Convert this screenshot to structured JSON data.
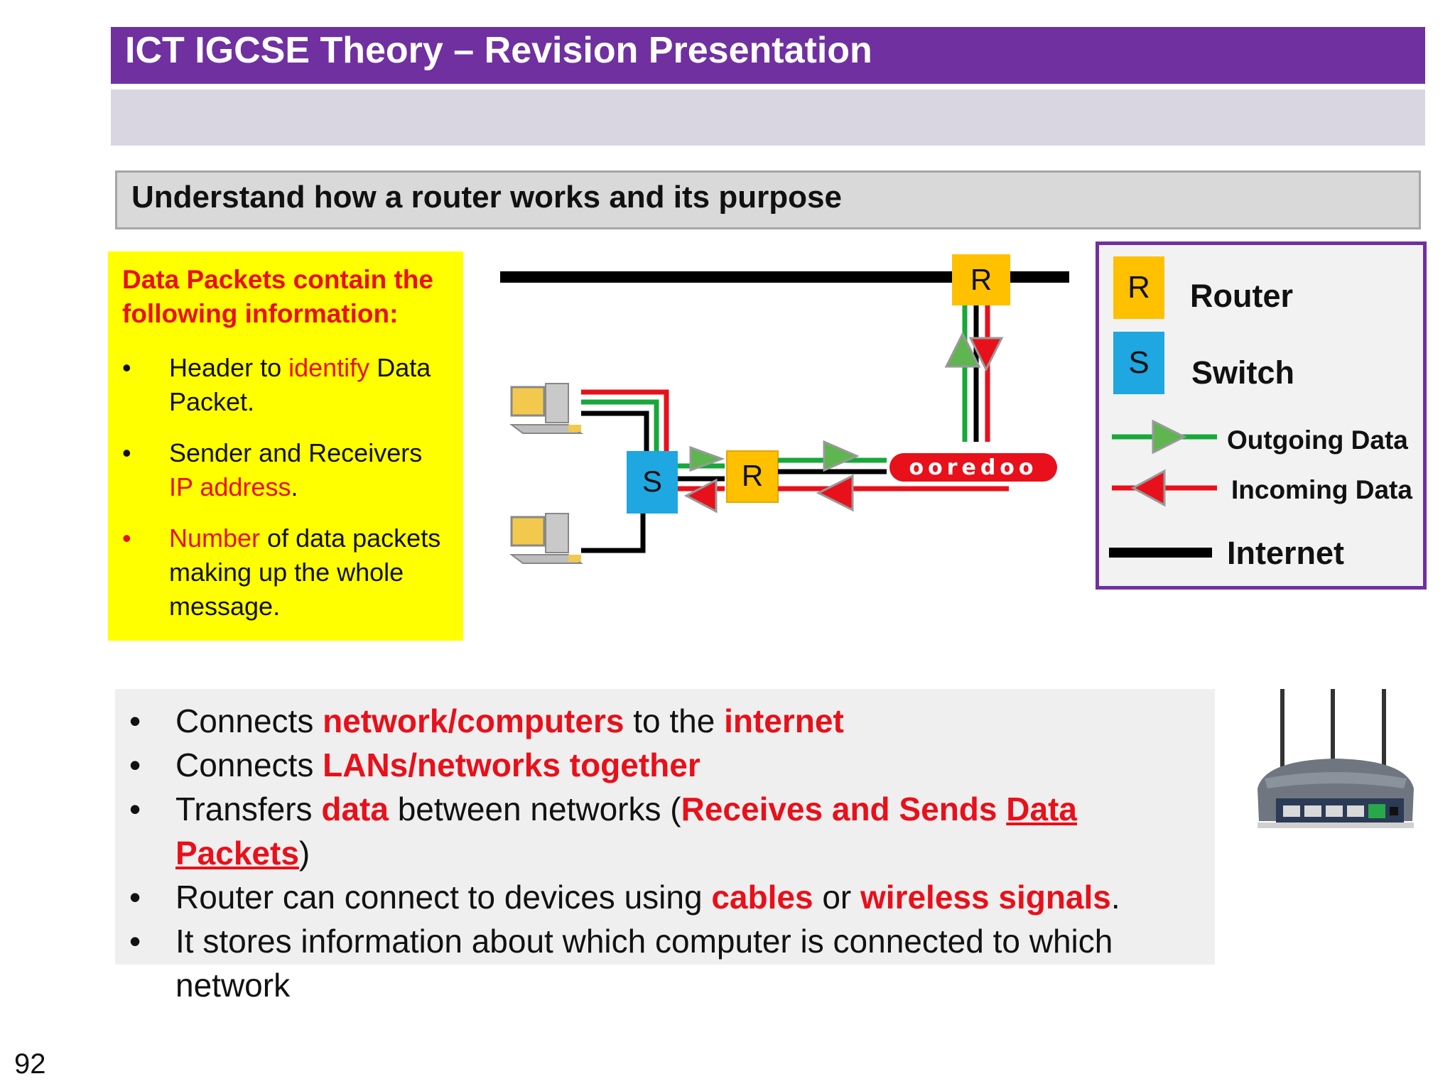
{
  "header": {
    "title": "ICT IGCSE Theory – Revision Presentation"
  },
  "topic": {
    "heading": "Understand how a router works and its purpose"
  },
  "packet_info": {
    "title": "Data Packets contain the following information:",
    "bullet": "•",
    "items": [
      {
        "t1": "Header to ",
        "t2": "identify",
        "t3": " Data Packet.",
        "t4": ""
      },
      {
        "t1": "Sender and Receivers ",
        "t2": "IP address",
        "t3": ".",
        "t4": ""
      },
      {
        "t1": "",
        "t2": "Number",
        "t3": " of data packets making up the whole message.",
        "t4": ""
      }
    ]
  },
  "diagram": {
    "router_label": "R",
    "switch_label": "S",
    "isp_logo_text": "ooredoo"
  },
  "legend": {
    "router_symbol": "R",
    "router_label": "Router",
    "switch_symbol": "S",
    "switch_label": "Switch",
    "outgoing_label": "Outgoing Data",
    "incoming_label": "Incoming Data",
    "internet_label": "Internet"
  },
  "purpose": {
    "bullet": "•",
    "items": [
      {
        "a": "Connects ",
        "b": "network/computers",
        "c": " to the ",
        "d": "internet"
      },
      {
        "a": "Connects ",
        "b": "LANs/networks together"
      },
      {
        "a": "Transfers ",
        "b": "data",
        "c": " between networks (",
        "d": "Receives and Sends ",
        "e": "Data Packets",
        "f": ")"
      },
      {
        "a": "Router can connect to devices using ",
        "b": "cables",
        "c": " or ",
        "d": "wireless signals",
        "e": "."
      },
      {
        "a": "It stores information about which computer is connected to which network"
      }
    ]
  },
  "footer": {
    "page_number": "92"
  },
  "colors": {
    "title_bar": "#7030a0",
    "router_orange": "#ffc000",
    "switch_blue": "#1ea7e1",
    "outgoing_green": "#18a83a",
    "incoming_red": "#e8101a",
    "highlight_yellow": "#ffff00"
  }
}
